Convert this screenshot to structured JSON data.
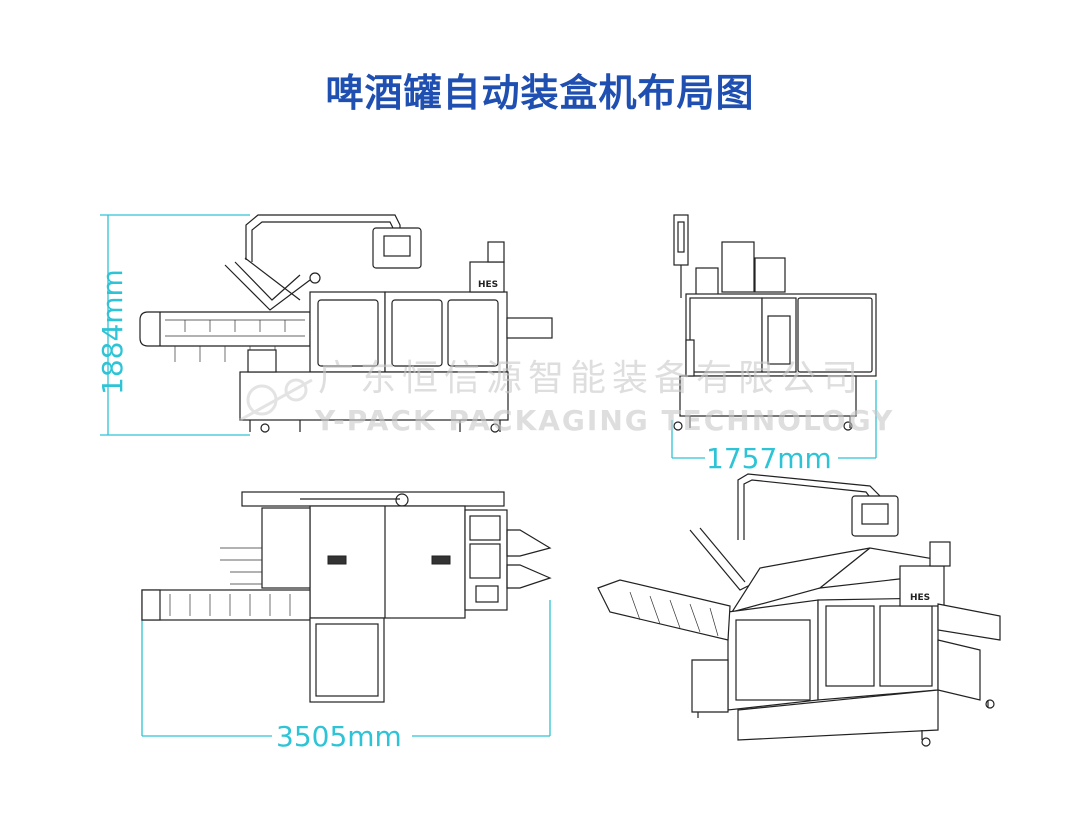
{
  "title": "啤酒罐自动装盒机布局图",
  "dimensions": {
    "height": "1884mm",
    "depth": "1757mm",
    "length": "3505mm"
  },
  "watermark": {
    "cn": "广东恒信源智能装备有限公司",
    "en": "Y-PACK PACKAGING TECHNOLOGY"
  },
  "colors": {
    "title": "#1f4fb0",
    "dimension": "#2ec4d6",
    "line": "#222222"
  },
  "panel_label": "HES"
}
